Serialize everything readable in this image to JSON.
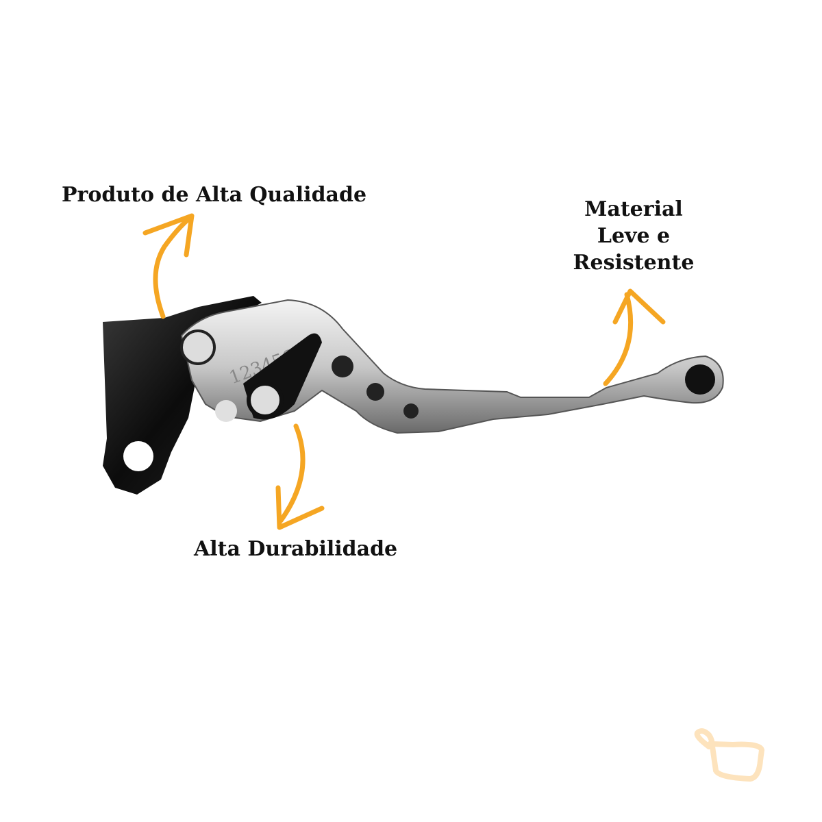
{
  "labels": {
    "quality": "Produto de Alta Qualidade",
    "material_line1": "Material",
    "material_line2": "Leve e",
    "material_line3": "Resistente",
    "durability": "Alta Durabilidade"
  },
  "product": {
    "engraving": "123456"
  },
  "colors": {
    "arrow": "#f5a623",
    "watermark": "#fde3bd",
    "black_part": "#111111",
    "silver_part": "#c9c9c9"
  }
}
